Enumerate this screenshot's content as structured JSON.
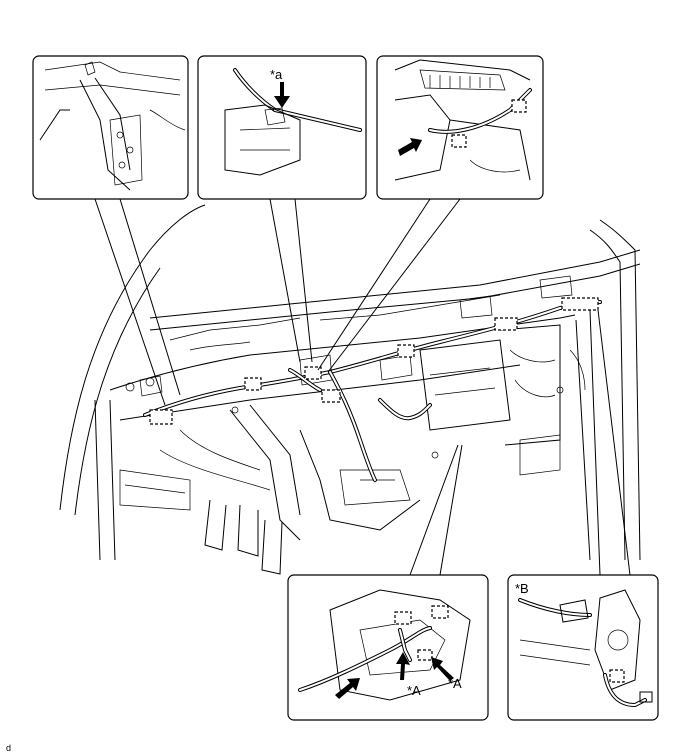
{
  "labels": {
    "star_a_lower": "*a",
    "star_A_left": "*A",
    "star_A_right": "*A",
    "star_B": "*B"
  },
  "figure_code": "d"
}
